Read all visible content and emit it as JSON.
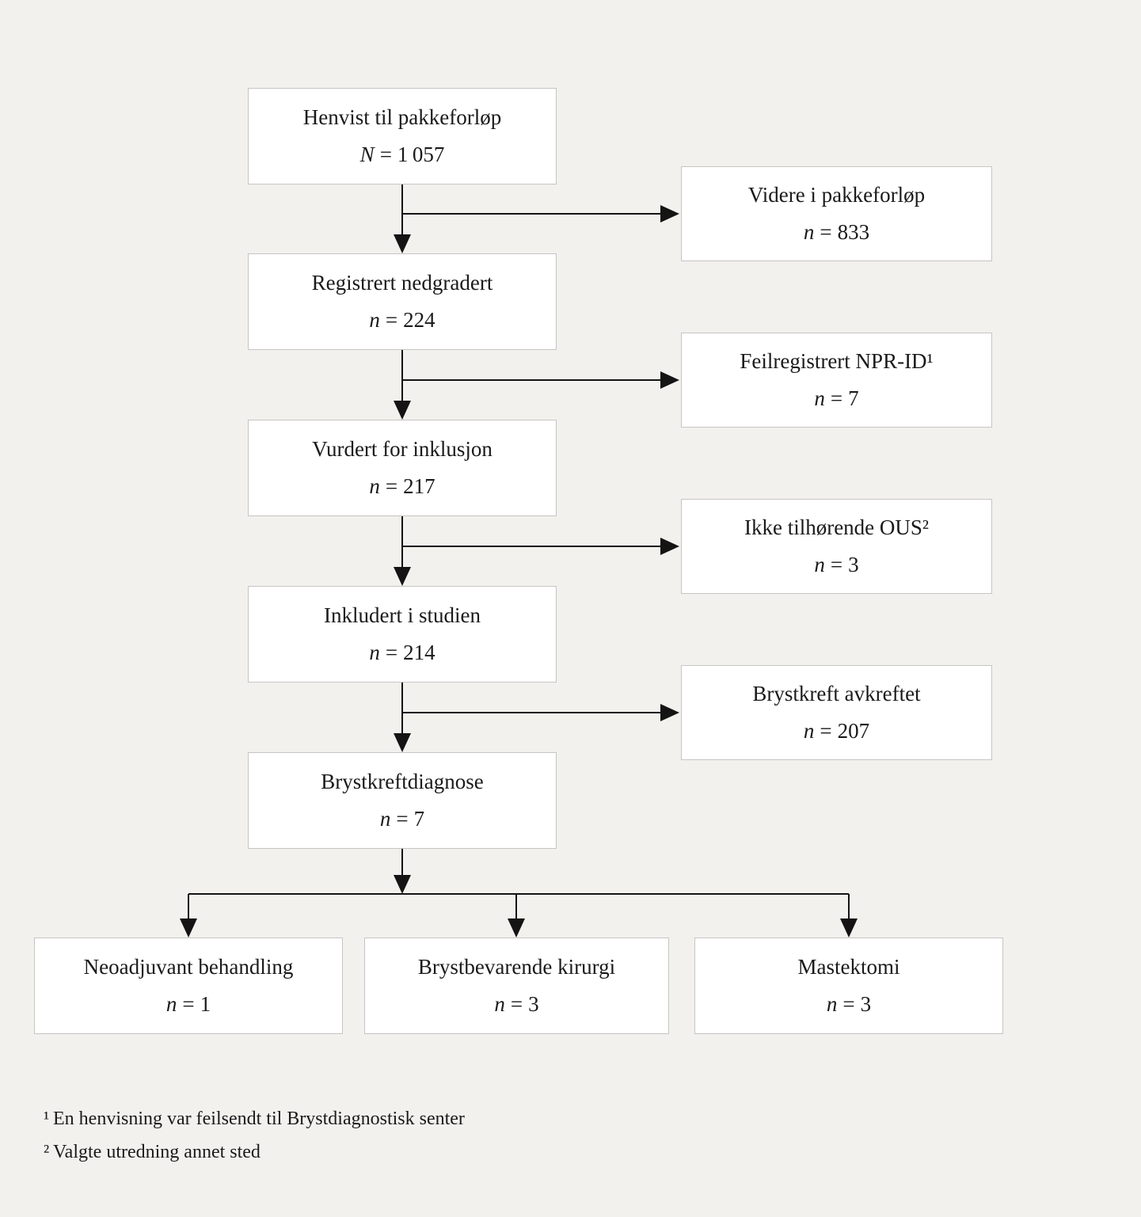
{
  "diagram": {
    "equals": "=",
    "colors": {
      "background": "#f2f1ee",
      "box_fill": "#ffffff",
      "box_border": "#c7c5c1",
      "arrow": "#141414",
      "text": "#1a1a1a"
    },
    "main_flow": [
      {
        "label": "Henvist til pakkeforløp",
        "symbol": "N",
        "value": "1 057"
      },
      {
        "label": "Registrert nedgradert",
        "symbol": "n",
        "value": "224"
      },
      {
        "label": "Vurdert for inklusjon",
        "symbol": "n",
        "value": "217"
      },
      {
        "label": "Inkludert i studien",
        "symbol": "n",
        "value": "214"
      },
      {
        "label": "Brystkreftdiagnose",
        "symbol": "n",
        "value": "7"
      }
    ],
    "exclusions": [
      {
        "label": "Videre i pakkeforløp",
        "symbol": "n",
        "value": "833"
      },
      {
        "label": "Feilregistrert NPR-ID¹",
        "symbol": "n",
        "value": "7"
      },
      {
        "label": "Ikke tilhørende OUS²",
        "symbol": "n",
        "value": "3"
      },
      {
        "label": "Brystkreft avkreftet",
        "symbol": "n",
        "value": "207"
      }
    ],
    "outcomes": [
      {
        "label": "Neoadjuvant behandling",
        "symbol": "n",
        "value": "1"
      },
      {
        "label": "Brystbevarende kirurgi",
        "symbol": "n",
        "value": "3"
      },
      {
        "label": "Mastektomi",
        "symbol": "n",
        "value": "3"
      }
    ],
    "footnotes": [
      "¹ En henvisning var feilsendt til Brystdiagnostisk senter",
      "² Valgte utredning annet sted"
    ]
  }
}
